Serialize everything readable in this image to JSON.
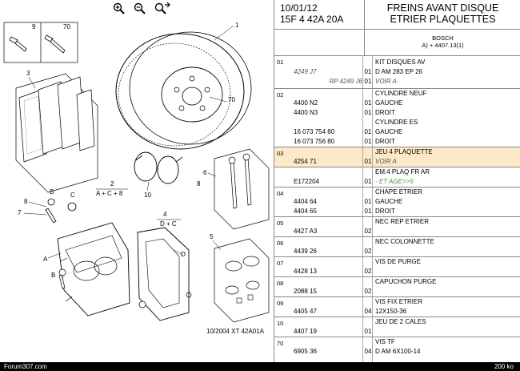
{
  "toolbar": {
    "zoom_in_icon": "zoom-in-icon",
    "zoom_out_icon": "zoom-out-icon",
    "zoom_fit_icon": "zoom-fit-icon"
  },
  "diagram": {
    "callouts": {
      "c1": "1",
      "c2": "2",
      "c2f": "A + C + 8",
      "c3": "3",
      "c4": "4",
      "c4f": "D + C",
      "c5": "5",
      "c6": "6",
      "c7": "7",
      "c8": "8",
      "c8b": "8",
      "c9": "9",
      "c10": "10",
      "c70": "70",
      "c70b": "70",
      "cA": "A",
      "cB": "B",
      "cC": "C",
      "cD": "D"
    },
    "caption": "10/2004   XT 42A01A"
  },
  "header": {
    "date": "10/01/12",
    "code": "15F 4 42A 20A",
    "title1": "FREINS AVANT DISQUE",
    "title2": "ETRIER PLAQUETTES",
    "brand": "BOSCH",
    "brand_ref": "A) + 4407.13(1)"
  },
  "groups": {
    "g01": {
      "num": "01",
      "rows": [
        {
          "ref": "",
          "qty": "",
          "desc": "KIT DISQUES AV"
        },
        {
          "ref": "4249 J7",
          "qty": "01",
          "desc": "D AM 283 EP 26"
        },
        {
          "ref": "RP 4249 J6",
          "qty": "01",
          "desc": "VOIR A"
        }
      ]
    },
    "g02": {
      "num": "02",
      "rows": [
        {
          "ref": "",
          "qty": "",
          "desc": "CYLINDRE NEUF"
        },
        {
          "ref": "4400 N2",
          "qty": "01",
          "desc": "GAUCHE"
        },
        {
          "ref": "4400 N3",
          "qty": "01",
          "desc": "DROIT"
        },
        {
          "ref": "",
          "qty": "",
          "desc": "CYLINDRE ES"
        },
        {
          "ref": "16 073 754 80",
          "qty": "01",
          "desc": "GAUCHE"
        },
        {
          "ref": "16 073 756 80",
          "qty": "01",
          "desc": "DROIT"
        }
      ]
    },
    "g03": {
      "num": "03",
      "rows": [
        {
          "ref": "",
          "qty": "",
          "desc": "JEU 4 PLAQUETTE"
        },
        {
          "ref": "4254 71",
          "qty": "01",
          "desc": "VOIR A"
        }
      ]
    },
    "g03b": {
      "rows": [
        {
          "ref": "",
          "qty": "",
          "desc": "EM:4 PLAQ FR AR"
        },
        {
          "ref": "E172204",
          "qty": "01",
          "desc": "- ET AGE>>5"
        }
      ]
    },
    "g04": {
      "num": "04",
      "rows": [
        {
          "ref": "",
          "qty": "",
          "desc": "CHAPE ETRIER"
        },
        {
          "ref": "4404 64",
          "qty": "01",
          "desc": "GAUCHE"
        },
        {
          "ref": "4404 65",
          "qty": "01",
          "desc": "DROIT"
        }
      ]
    },
    "g05": {
      "num": "05",
      "rows": [
        {
          "ref": "",
          "qty": "",
          "desc": "NEC REP ETRIER"
        },
        {
          "ref": "4427 A3",
          "qty": "02",
          "desc": ""
        }
      ]
    },
    "g06": {
      "num": "06",
      "rows": [
        {
          "ref": "",
          "qty": "",
          "desc": "NEC COLONNETTE"
        },
        {
          "ref": "4439 26",
          "qty": "02",
          "desc": ""
        }
      ]
    },
    "g07": {
      "num": "07",
      "rows": [
        {
          "ref": "",
          "qty": "",
          "desc": "VIS DE PURGE"
        },
        {
          "ref": "4428 13",
          "qty": "02",
          "desc": ""
        }
      ]
    },
    "g08": {
      "num": "08",
      "rows": [
        {
          "ref": "",
          "qty": "",
          "desc": "CAPUCHON PURGE"
        },
        {
          "ref": "2088 15",
          "qty": "02",
          "desc": ""
        }
      ]
    },
    "g09": {
      "num": "09",
      "rows": [
        {
          "ref": "",
          "qty": "",
          "desc": "VIS FIX ETRIER"
        },
        {
          "ref": "4405 47",
          "qty": "04",
          "desc": "12X150-36"
        }
      ]
    },
    "g10": {
      "num": "10",
      "rows": [
        {
          "ref": "",
          "qty": "",
          "desc": "JEU DE 2 CALES"
        },
        {
          "ref": "4407 19",
          "qty": "01",
          "desc": ""
        }
      ]
    },
    "g70": {
      "num": "70",
      "rows": [
        {
          "ref": "",
          "qty": "",
          "desc": "VIS TF"
        },
        {
          "ref": "6905 36",
          "qty": "04",
          "desc": "D AM 6X100-14"
        }
      ]
    }
  },
  "footer": {
    "site": "Forum307.com",
    "size": "200 ko"
  },
  "colors": {
    "highlight": "#fde8c8",
    "green_note": "#3a9a3a",
    "footer_bg": "#000000"
  }
}
